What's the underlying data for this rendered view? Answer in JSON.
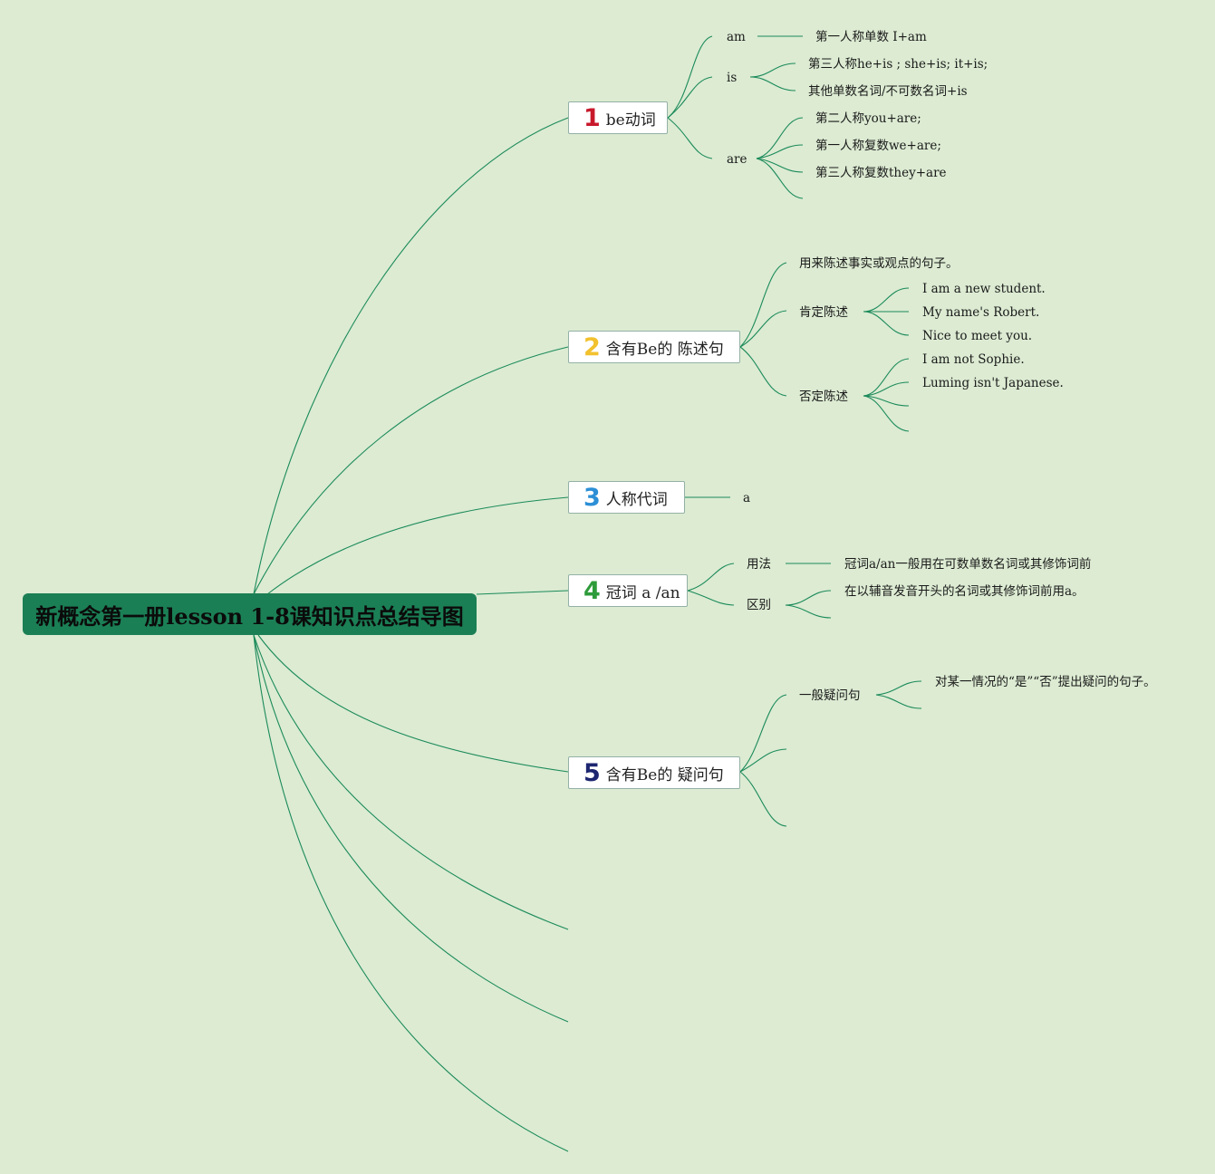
{
  "root": {
    "title": "新概念第一册lesson 1-8课知识点总结导图"
  },
  "colors": {
    "background": "#dcebd2",
    "root_fill": "#1b7f55",
    "edge": "#1b8a5a"
  },
  "branches": [
    {
      "number": "1",
      "number_color": "#c8192b",
      "label": "be动词",
      "children": [
        {
          "label": "am",
          "leaves": [
            "第一人称单数 I+am"
          ]
        },
        {
          "label": "is",
          "leaves": [
            "第三人称he+is ; she+is; it+is;",
            "其他单数名词/不可数名词+is"
          ]
        },
        {
          "label": "are",
          "leaves": [
            "第二人称you+are;",
            "第一人称复数we+are;",
            "第三人称复数they+are"
          ]
        }
      ]
    },
    {
      "number": "2",
      "number_color": "#f2c12e",
      "label": "含有Be的 陈述句",
      "description": "用来陈述事实或观点的句子。",
      "children": [
        {
          "label": "肯定陈述",
          "leaves": [
            "I am a new student.",
            "My name's Robert.",
            "Nice to meet you."
          ]
        },
        {
          "label": "否定陈述",
          "leaves": [
            "I am not Sophie.",
            "Luming isn't Japanese."
          ]
        }
      ]
    },
    {
      "number": "3",
      "number_color": "#2c8fd6",
      "label": "人称代词",
      "children": [
        {
          "label": "a"
        }
      ]
    },
    {
      "number": "4",
      "number_color": "#2e9b3a",
      "label": "冠词 a /an",
      "children": [
        {
          "label": "用法",
          "leaves": [
            "冠词a/an一般用在可数单数名词或其修饰词前"
          ]
        },
        {
          "label": "区别",
          "leaves": [
            "在以辅音发音开头的名词或其修饰词前用a。"
          ]
        }
      ]
    },
    {
      "number": "5",
      "number_color": "#1d2670",
      "label": "含有Be的 疑问句",
      "children": [
        {
          "label": "一般疑问句",
          "leaves": [
            "对某一情况的“是”“否”提出疑问的句子。"
          ]
        }
      ]
    }
  ]
}
